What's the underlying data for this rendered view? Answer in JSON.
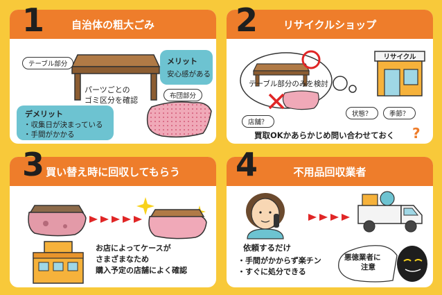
{
  "panels": [
    {
      "number": "1",
      "title": "自治体の粗大ごみ",
      "table_label": "テーブル部分",
      "merit_title": "メリット",
      "merit_text": "安心感がある",
      "parts_line1": "パーツごとの",
      "parts_line2": "ゴミ区分を確認",
      "futon_label": "布団部分",
      "demerit_title": "デメリット",
      "demerit_items": [
        "・収集日が決まっている",
        "・手間がかかる"
      ]
    },
    {
      "number": "2",
      "title": "リサイクルショップ",
      "shop_sign": "リサイクル",
      "table_only": "テーブル部分のみを検討",
      "bubbles": [
        "店舗？",
        "状態？",
        "季節？"
      ],
      "footer": "買取OKかあらかじめ問い合わせておく",
      "question_mark": "?"
    },
    {
      "number": "3",
      "title": "買い替え時に回収してもらう",
      "text_lines": [
        "お店によってケースが",
        "さまざまなため",
        "購入予定の店舗によく確認"
      ]
    },
    {
      "number": "4",
      "title": "不用品回収業者",
      "request_title": "依頼するだけ",
      "request_items": [
        "・手間がかからず楽チン",
        "・すぐに処分できる"
      ],
      "warning_line1": "悪徳業者に",
      "warning_line2": "注意"
    }
  ],
  "colors": {
    "background": "#f8c93a",
    "header": "#ee7d2b",
    "teal": "#6dc3d1",
    "table": "#9a6b3f",
    "futon": "#f0a9b8",
    "red": "#e02626"
  }
}
